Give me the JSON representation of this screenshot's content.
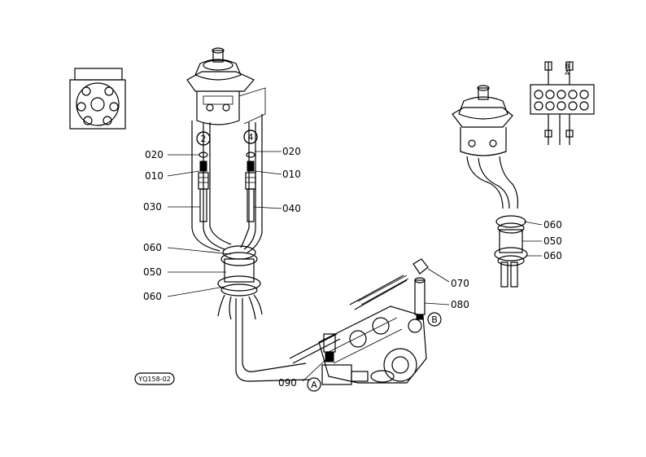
{
  "callouts": {
    "c020_left": "020",
    "c010_left": "010",
    "c030": "030",
    "c020_right": "020",
    "c010_right": "010",
    "c040": "040",
    "c060_top": "060",
    "c050": "050",
    "c060_bottom": "060",
    "c070": "070",
    "c080": "080",
    "c090": "090",
    "c060_r_top": "060",
    "c050_r": "050",
    "c060_r_bottom": "060"
  },
  "refs": {
    "ref2": "2",
    "ref4": "4",
    "refA": "A",
    "refB": "B"
  },
  "drawing_code": "YQ158-02"
}
